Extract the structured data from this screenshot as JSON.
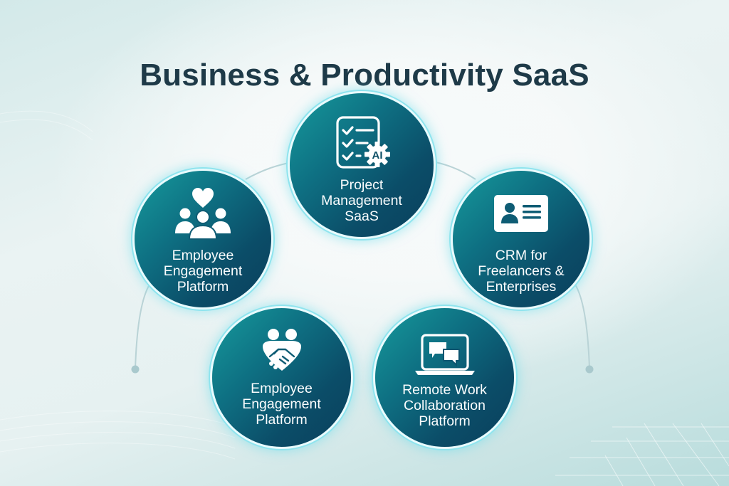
{
  "title": "Business & Productivity SaaS",
  "colors": {
    "title": "#1e3a48",
    "node_gradient_start": "#169a9c",
    "node_gradient_end": "#0a3f5c",
    "node_glow": "#8fe4ee",
    "connector": "#b9d3d6"
  },
  "nodes": [
    {
      "id": "project-management",
      "icon": "checklist-ai-gear-icon",
      "lines": [
        "Project",
        "Management",
        "SaaS"
      ]
    },
    {
      "id": "employee-engagement-left",
      "icon": "team-heart-icon",
      "lines": [
        "Employee",
        "Engagement",
        "Platform"
      ]
    },
    {
      "id": "crm",
      "icon": "contact-card-icon",
      "lines": [
        "CRM for",
        "Freelancers &",
        "Enterprises"
      ]
    },
    {
      "id": "employee-engagement-bottom",
      "icon": "handshake-people-icon",
      "lines": [
        "Employee",
        "Engagement",
        "Platform"
      ]
    },
    {
      "id": "remote-work",
      "icon": "laptop-chat-icon",
      "lines": [
        "Remote Work",
        "Collaboration",
        "Platform"
      ]
    }
  ]
}
